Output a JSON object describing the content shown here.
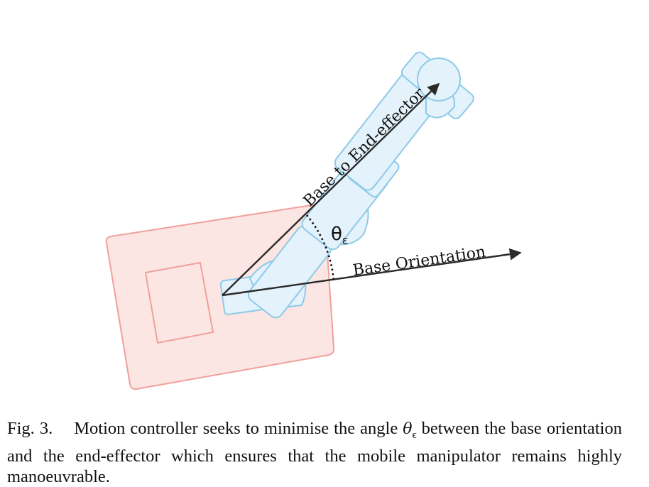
{
  "figure": {
    "arrow_end_effector_label": "Base to End-effector",
    "arrow_base_label": "Base Orientation",
    "angle_symbol": "θ",
    "angle_subscript": "ε",
    "colors": {
      "base_fill": "#fbe6e4",
      "base_stroke": "#f0a09b",
      "arm_fill": "#e3f2fb",
      "arm_stroke": "#8ecae8",
      "arrow": "#2a2a2a"
    }
  },
  "caption": {
    "label": "Fig. 3.",
    "text_before": "Motion controller seeks to minimise the angle",
    "symbol": "θ",
    "symbol_sub": "ϵ",
    "text_after": "between the base orientation and the end-effector which ensures that the mobile manipulator remains highly manoeuvrable."
  }
}
